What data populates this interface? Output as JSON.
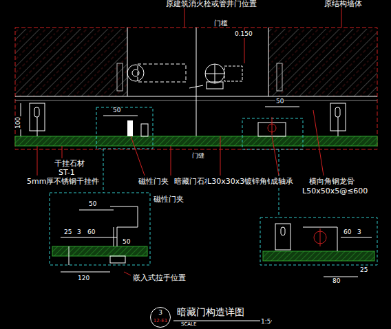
{
  "diagram": {
    "title": "暗藏门构造详图",
    "nodes": [
      {
        "text": [
          "3",
          "12-E1"
        ]
      }
    ],
    "labels": [
      "原建筑消火栓或管井门位置",
      "原结构墙体",
      "门槛",
      "0.150",
      "50",
      "100",
      "50",
      "门缝",
      "干挂石材",
      "ST-1",
      "5mm厚不锈钢干挂件",
      "磁性门夹",
      "暗藏门石材",
      "L30x30x3镀锌角钢",
      "成轴承",
      "横向角钢龙骨",
      "L50x50x5@≤600",
      "50",
      "磁性门夹",
      "25",
      "3",
      "60",
      "50",
      "120",
      "嵌入式拉手位置",
      "60",
      "3",
      "80",
      "25",
      "SCALE",
      "1:5"
    ]
  }
}
